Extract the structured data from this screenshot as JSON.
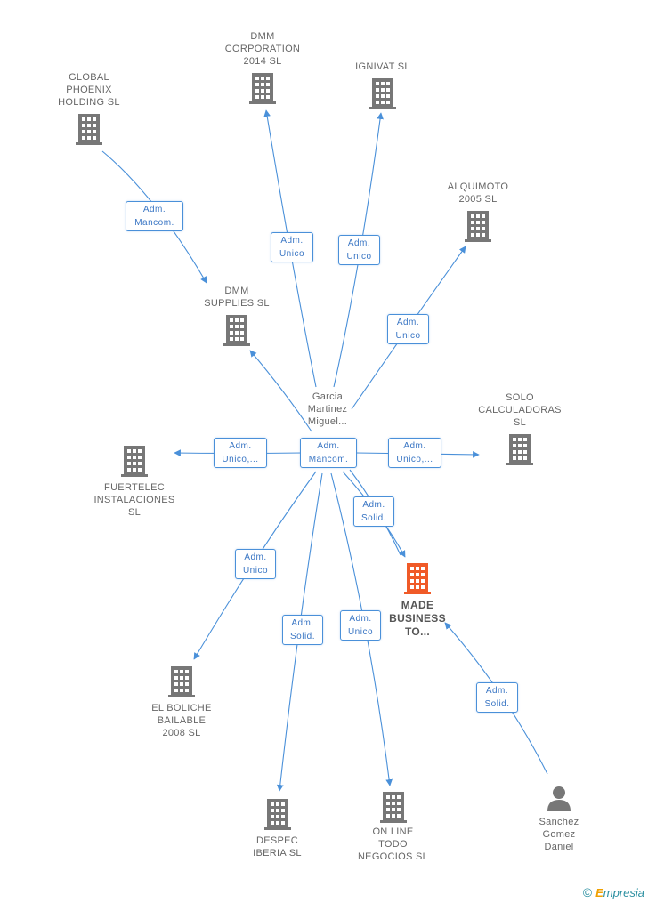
{
  "colors": {
    "edge": "#4a90d9",
    "building": "#777777",
    "highlight": "#f05a28",
    "person": "#777777"
  },
  "nodes": {
    "dmm_corp": {
      "label": "DMM\nCORPORATION\n2014  SL",
      "icon": "building-icon"
    },
    "ignivat": {
      "label": "IGNIVAT SL",
      "icon": "building-icon"
    },
    "global": {
      "label": "GLOBAL\nPHOENIX\nHOLDING SL",
      "icon": "building-icon"
    },
    "alquimoto": {
      "label": "ALQUIMOTO\n2005 SL",
      "icon": "building-icon"
    },
    "dmm_supplies": {
      "label": "DMM\nSUPPLIES  SL",
      "icon": "building-icon"
    },
    "garcia": {
      "label": "Garcia\nMartinez\nMiguel..."
    },
    "solo": {
      "label": "SOLO\nCALCULADORAS\nSL",
      "icon": "building-icon"
    },
    "fuertelec": {
      "label": "FUERTELEC\nINSTALACIONES\nSL",
      "icon": "building-icon"
    },
    "made": {
      "label": "MADE\nBUSINESS\nTO...",
      "icon": "building-icon"
    },
    "boliche": {
      "label": "EL BOLICHE\nBAILABLE\n2008 SL",
      "icon": "building-icon"
    },
    "despec": {
      "label": "DESPEC\nIBERIA SL",
      "icon": "building-icon"
    },
    "online": {
      "label": "ON LINE\nTODO\nNEGOCIOS SL",
      "icon": "building-icon"
    },
    "sanchez": {
      "label": "Sanchez\nGomez\nDaniel",
      "icon": "person-icon"
    }
  },
  "edges": {
    "global_dmm_supplies": "Adm.\nMancom.",
    "garcia_dmm_corp": "Adm.\nUnico",
    "garcia_ignivat": "Adm.\nUnico",
    "garcia_alquimoto": "Adm.\nUnico",
    "garcia_fuertelec": "Adm.\nUnico,...",
    "garcia_dmm_supplies": "Adm.\nMancom.",
    "garcia_solo": "Adm.\nUnico,...",
    "garcia_made": "Adm.\nSolid.",
    "garcia_boliche": "Adm.\nUnico",
    "garcia_despec": "Adm.\nSolid.",
    "garcia_online": "Adm.\nUnico",
    "sanchez_made": "Adm.\nSolid."
  },
  "footer": {
    "copyright": "©",
    "brand_first": "E",
    "brand_rest": "mpresia"
  }
}
